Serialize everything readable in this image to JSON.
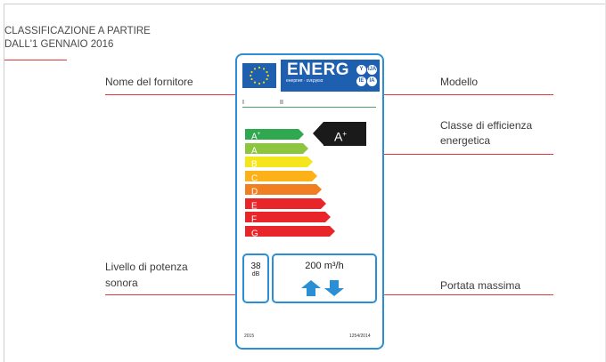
{
  "header": {
    "line1": "CLASSIFICAZIONE A PARTIRE",
    "line2": "DALL'1 GENNAIO 2016"
  },
  "callouts": {
    "supplier": "Nome del fornitore",
    "model": "Modello",
    "efficiency_class_line1": "Classe di efficienza",
    "efficiency_class_line2": "energetica",
    "sound_line1": "Livello di potenza",
    "sound_line2": "sonora",
    "max_flow": "Portata massima"
  },
  "label": {
    "energ_word": "ENERG",
    "energ_sub": "енергия · ενεργεια",
    "lang_codes": [
      "Y",
      "IJA",
      "IE",
      "IA"
    ],
    "roman_1": "I",
    "roman_2": "II",
    "classes": [
      {
        "letter": "A",
        "sup": "+",
        "color": "#2fa84f"
      },
      {
        "letter": "A",
        "sup": "",
        "color": "#8cc63f"
      },
      {
        "letter": "B",
        "sup": "",
        "color": "#f5e51b"
      },
      {
        "letter": "C",
        "sup": "",
        "color": "#fbb117"
      },
      {
        "letter": "D",
        "sup": "",
        "color": "#f07f22"
      },
      {
        "letter": "E",
        "sup": "",
        "color": "#e8262a"
      },
      {
        "letter": "F",
        "sup": "",
        "color": "#e8262a"
      },
      {
        "letter": "G",
        "sup": "",
        "color": "#e8262a"
      }
    ],
    "rated_class": {
      "letter": "A",
      "sup": "+"
    },
    "sound_value": "38",
    "sound_unit": "dB",
    "flow_value": "200 m³/h",
    "year": "2015",
    "regulation": "1254/2014"
  },
  "colors": {
    "accent_red": "#e03a3a",
    "label_blue": "#2a8fd4",
    "eu_blue": "#1f5fb0"
  }
}
